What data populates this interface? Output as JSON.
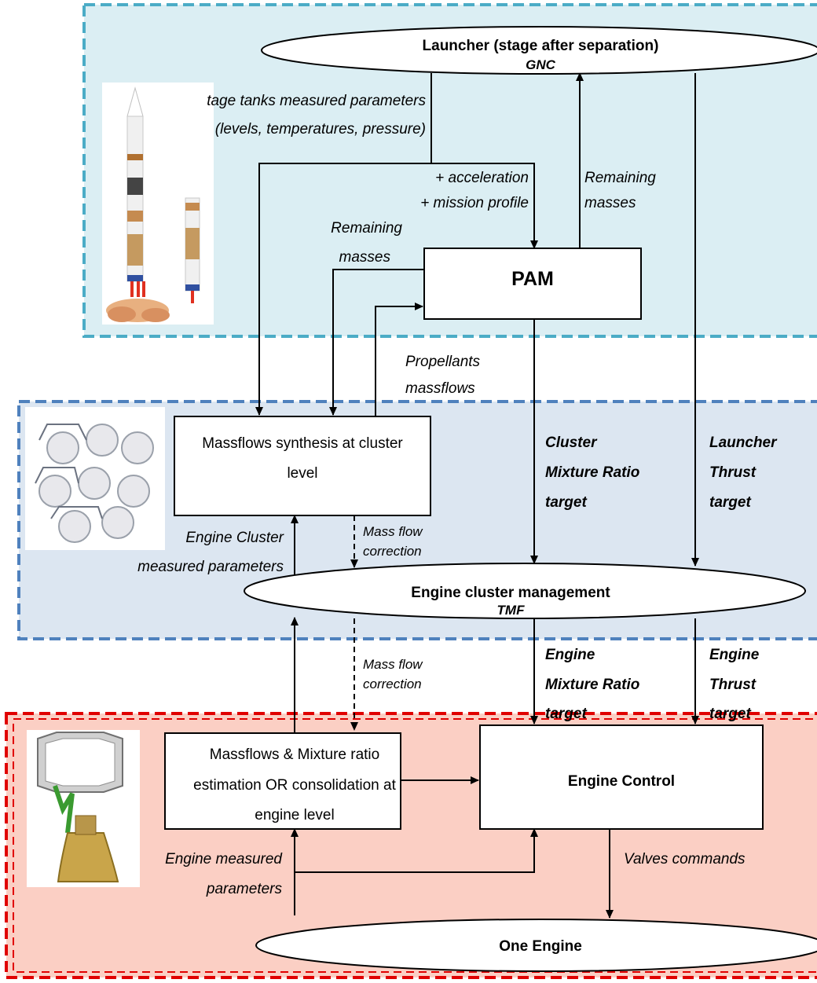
{
  "zones": {
    "launcher": {
      "fill": "#dbeef3",
      "border": "#4bacc6"
    },
    "cluster": {
      "fill": "#dce6f1",
      "border": "#4f81bd"
    },
    "engine": {
      "fill": "#fbcfc4",
      "border": "#e00000"
    }
  },
  "nodes": {
    "launcher": {
      "title": "Launcher (stage after separation)",
      "subtitle": "GNC"
    },
    "pam": {
      "title": "PAM"
    },
    "synthesis": {
      "line1": "Massflows synthesis at cluster",
      "line2": "level"
    },
    "cluster_mgmt": {
      "title": "Engine cluster management",
      "subtitle": "TMF"
    },
    "estimation": {
      "line1": "Massflows & Mixture ratio",
      "line2": "estimation OR consolidation at",
      "line3": "engine level"
    },
    "engine_control": {
      "title": "Engine Control"
    },
    "one_engine": {
      "title": "One Engine"
    }
  },
  "labels": {
    "stage_tanks_1": "tage tanks measured parameters",
    "stage_tanks_2": "(levels, temperatures, pressure)",
    "acceleration": "+ acceleration",
    "mission_profile": "+ mission profile",
    "remaining_right_1": "Remaining",
    "remaining_right_2": "masses",
    "remaining_left_1": "Remaining",
    "remaining_left_2": "masses",
    "propellants_1": "Propellants",
    "propellants_2": "massflows",
    "cluster_mr_1": "Cluster",
    "cluster_mr_2": "Mixture Ratio",
    "cluster_mr_3": "target",
    "launcher_thrust_1": "Launcher",
    "launcher_thrust_2": "Thrust",
    "launcher_thrust_3": "target",
    "engine_cluster_meas_1": "Engine Cluster",
    "engine_cluster_meas_2": "measured parameters",
    "mass_flow_corr_top_1": "Mass flow",
    "mass_flow_corr_top_2": "correction",
    "mass_flow_corr_bot_1": "Mass flow",
    "mass_flow_corr_bot_2": "correction",
    "engine_mr_1": "Engine",
    "engine_mr_2": "Mixture Ratio",
    "engine_mr_3": "target",
    "engine_thrust_1": "Engine",
    "engine_thrust_2": "Thrust",
    "engine_thrust_3": "target",
    "engine_meas_1": "Engine measured",
    "engine_meas_2": "parameters",
    "valves": "Valves commands"
  }
}
